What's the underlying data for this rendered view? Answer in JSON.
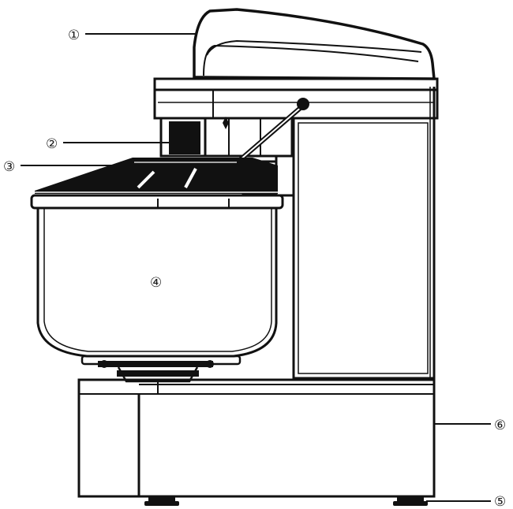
{
  "diagram": {
    "colors": {
      "line": "#111111",
      "fill_dark": "#111111",
      "background": "#ffffff"
    },
    "callouts": [
      {
        "id": "c1",
        "label": "①"
      },
      {
        "id": "c2",
        "label": "②"
      },
      {
        "id": "c3",
        "label": "③"
      },
      {
        "id": "c4",
        "label": "④"
      },
      {
        "id": "c5",
        "label": "⑤"
      },
      {
        "id": "c6",
        "label": "⑥"
      }
    ]
  }
}
